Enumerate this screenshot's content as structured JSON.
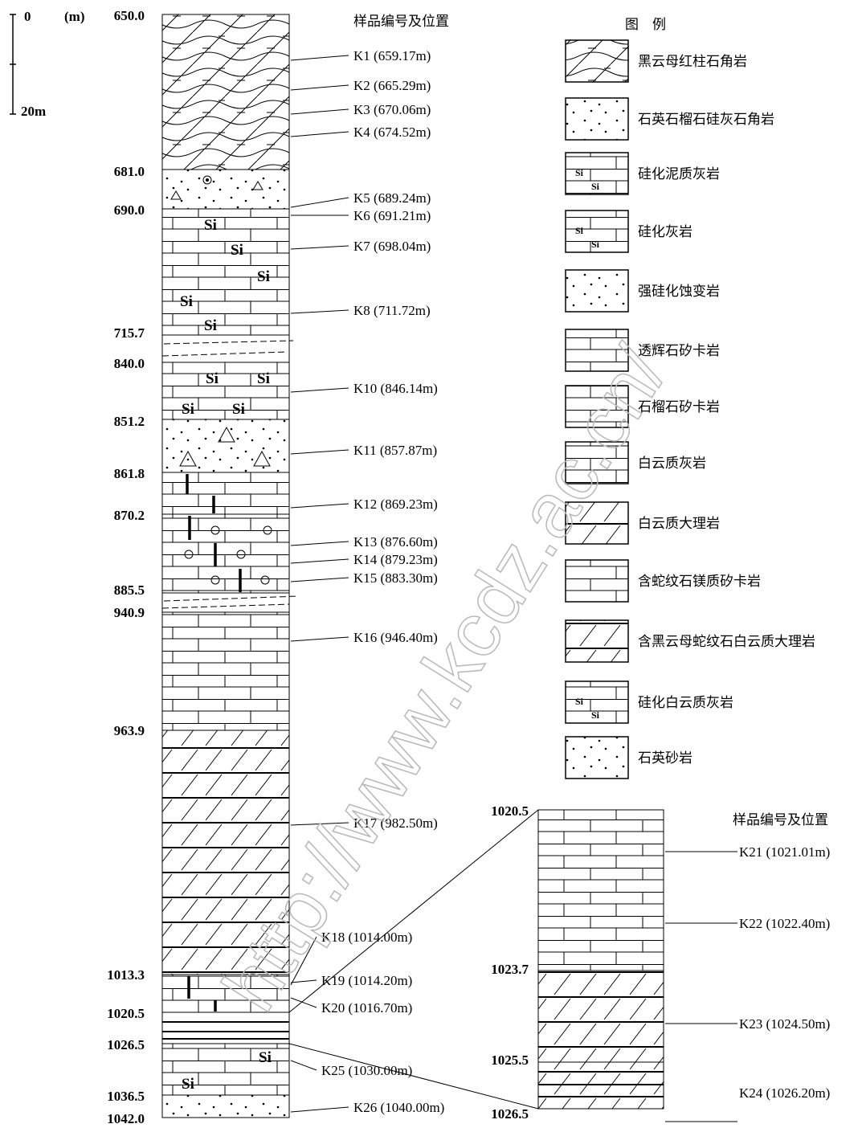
{
  "scale": {
    "top_label": "0",
    "bottom_label": "20m",
    "unit_label": "(m)"
  },
  "header": {
    "sample_title": "样品编号及位置",
    "legend_title": "图　例"
  },
  "depth_labels": [
    "650.0",
    "681.0",
    "690.0",
    "715.7",
    "840.0",
    "851.2",
    "861.8",
    "870.2",
    "885.5",
    "940.9",
    "963.9",
    "1013.3",
    "1020.5",
    "1026.5",
    "1036.5",
    "1042.0"
  ],
  "samples": [
    {
      "id": "K1",
      "pos": "(659.17m)"
    },
    {
      "id": "K2",
      "pos": "(665.29m)"
    },
    {
      "id": "K3",
      "pos": "(670.06m)"
    },
    {
      "id": "K4",
      "pos": "(674.52m)"
    },
    {
      "id": "K5",
      "pos": "(689.24m)"
    },
    {
      "id": "K6",
      "pos": "(691.21m)"
    },
    {
      "id": "K7",
      "pos": "(698.04m)"
    },
    {
      "id": "K8",
      "pos": "(711.72m)"
    },
    {
      "id": "K10",
      "pos": "(846.14m)"
    },
    {
      "id": "K11",
      "pos": "(857.87m)"
    },
    {
      "id": "K12",
      "pos": "(869.23m)"
    },
    {
      "id": "K13",
      "pos": "(876.60m)"
    },
    {
      "id": "K14",
      "pos": "(879.23m)"
    },
    {
      "id": "K15",
      "pos": "(883.30m)"
    },
    {
      "id": "K16",
      "pos": "(946.40m)"
    },
    {
      "id": "K17",
      "pos": "(982.50m)"
    },
    {
      "id": "K18",
      "pos": "(1014.00m)"
    },
    {
      "id": "K19",
      "pos": "(1014.20m)"
    },
    {
      "id": "K20",
      "pos": "(1016.70m)"
    },
    {
      "id": "K25",
      "pos": "(1030.00m)"
    },
    {
      "id": "K26",
      "pos": "(1040.00m)"
    }
  ],
  "detail": {
    "sample_title": "样品编号及位置",
    "depth_labels": [
      "1020.5",
      "1023.7",
      "1025.5",
      "1026.5"
    ],
    "samples": [
      {
        "id": "K21",
        "pos": "(1021.01m)"
      },
      {
        "id": "K22",
        "pos": "(1022.40m)"
      },
      {
        "id": "K23",
        "pos": "(1024.50m)"
      },
      {
        "id": "K24",
        "pos": "(1026.20m)"
      }
    ]
  },
  "legend": [
    {
      "key": "hornfels",
      "label": "黑云母红柱石角岩"
    },
    {
      "key": "garnet_hornfels",
      "label": "石英石榴石硅灰石角岩"
    },
    {
      "key": "si_marl",
      "label": "硅化泥质灰岩"
    },
    {
      "key": "si_lime",
      "label": "硅化灰岩"
    },
    {
      "key": "alteration",
      "label": "强硅化蚀变岩"
    },
    {
      "key": "diopside_skarn",
      "label": "透辉石矽卡岩"
    },
    {
      "key": "garnet_skarn",
      "label": "石榴石矽卡岩"
    },
    {
      "key": "dolo_lime",
      "label": "白云质灰岩"
    },
    {
      "key": "dolo_marble",
      "label": "白云质大理岩"
    },
    {
      "key": "serp_skarn",
      "label": "含蛇纹石镁质矽卡岩"
    },
    {
      "key": "bio_marble",
      "label": "含黑云母蛇纹石白云质大理岩"
    },
    {
      "key": "si_dolo_lime",
      "label": "硅化白云质灰岩"
    },
    {
      "key": "sandstone",
      "label": "石英砂岩"
    }
  ],
  "lithology_symbols": {
    "si": "Si"
  },
  "watermark": "http://www.kcdz.ac.cn/"
}
